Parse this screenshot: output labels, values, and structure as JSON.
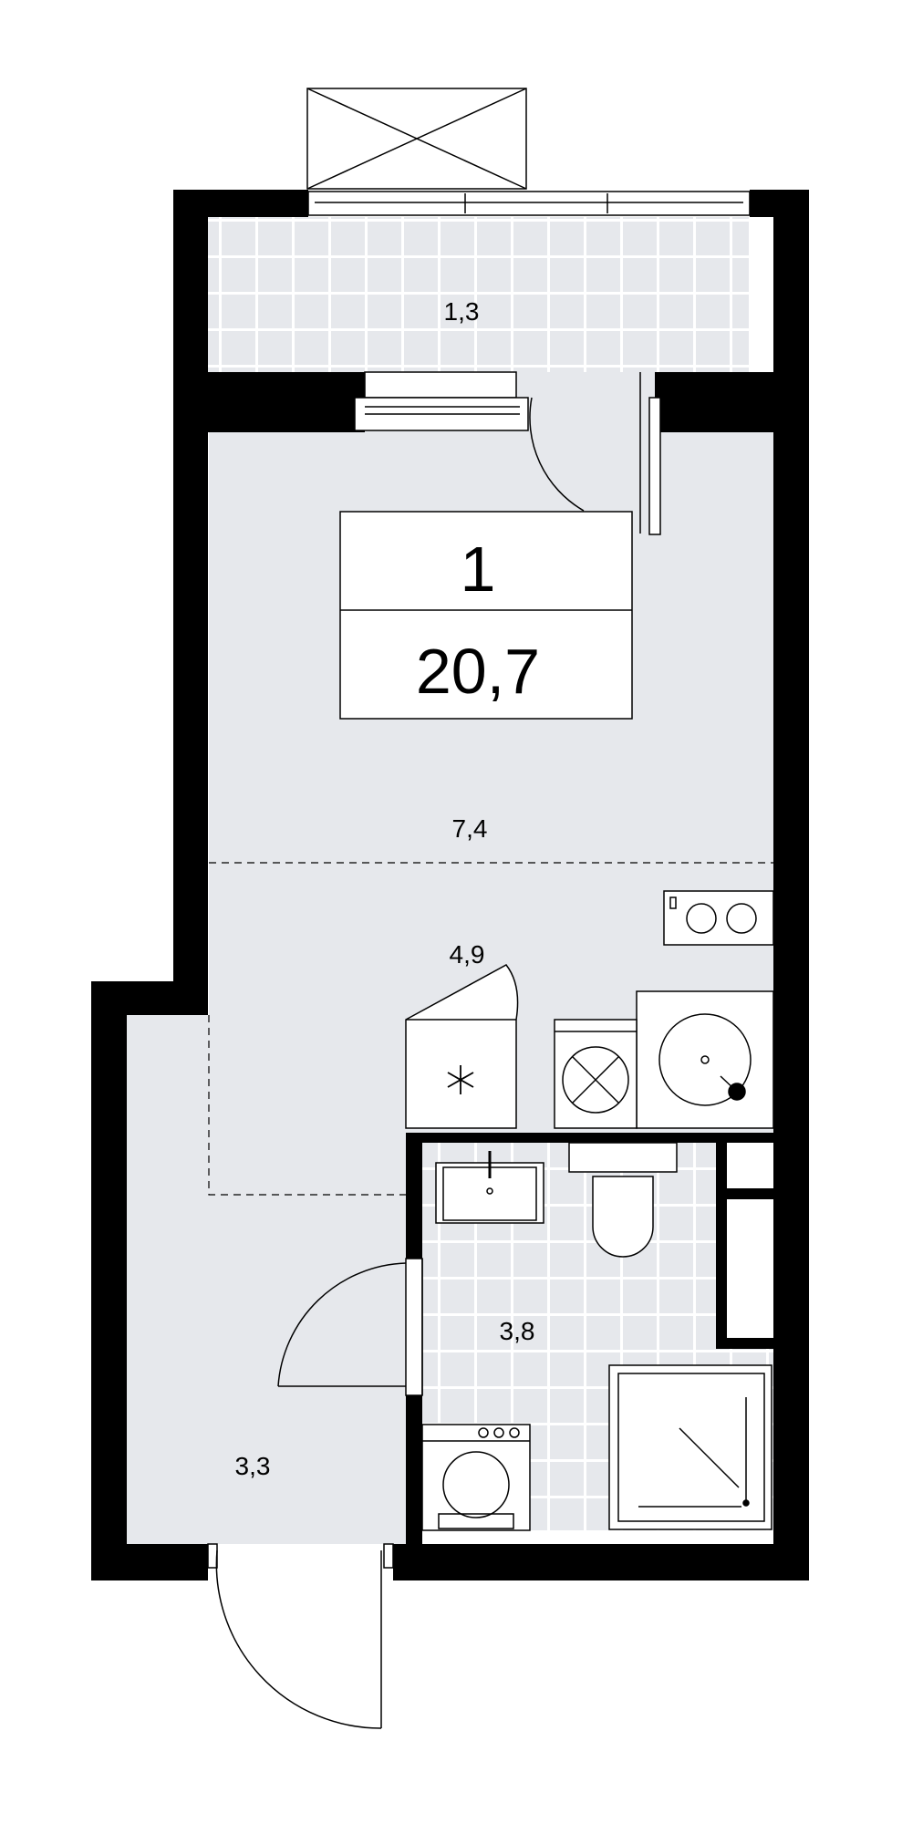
{
  "plan": {
    "apartment": {
      "rooms": "1",
      "total_area": "20,7"
    },
    "areas": {
      "balcony": "1,3",
      "living": "7,4",
      "kitchen": "4,9",
      "bathroom": "3,8",
      "hallway": "3,3"
    }
  },
  "colors": {
    "wall": "#000000",
    "floor": "#e6e8ec",
    "tile_line": "#ffffff",
    "line": "#000000"
  }
}
